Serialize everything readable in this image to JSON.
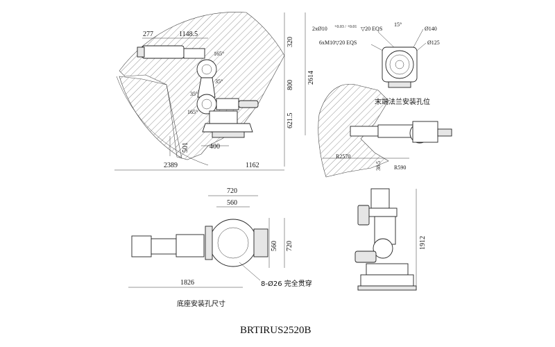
{
  "title": "BRTIRUS2520B",
  "views": {
    "side": {
      "dims": {
        "d277": "277",
        "d1148": "1148.5",
        "d320": "320",
        "d800": "800",
        "d621": "621.5",
        "d2614": "2614",
        "d501": "501",
        "d400": "400",
        "d2389": "2389",
        "d1162": "1162",
        "a165": "165°",
        "a35a": "35°",
        "a35b": "35°",
        "a165b": "165°"
      }
    },
    "flange": {
      "holes1_main": "2xØ10",
      "holes1_tol": "+0.03 / +0.01",
      "holes1_depth": "▽20 EQS",
      "holes2": "6xM10▽20 EQS",
      "angle": "15°",
      "d140": "Ø140",
      "d125": "Ø125",
      "caption": "末端法兰安装孔位"
    },
    "workspace": {
      "r2570": "R2570",
      "r590": "R590",
      "d38": "38.5"
    },
    "base": {
      "d720_top": "720",
      "d560_top": "560",
      "d560_side": "560",
      "d720_side": "720",
      "d1826": "1826",
      "holes": "8-Ø26 完全贯穿",
      "caption": "底座安装孔尺寸"
    },
    "front": {
      "d1912": "1912"
    }
  }
}
